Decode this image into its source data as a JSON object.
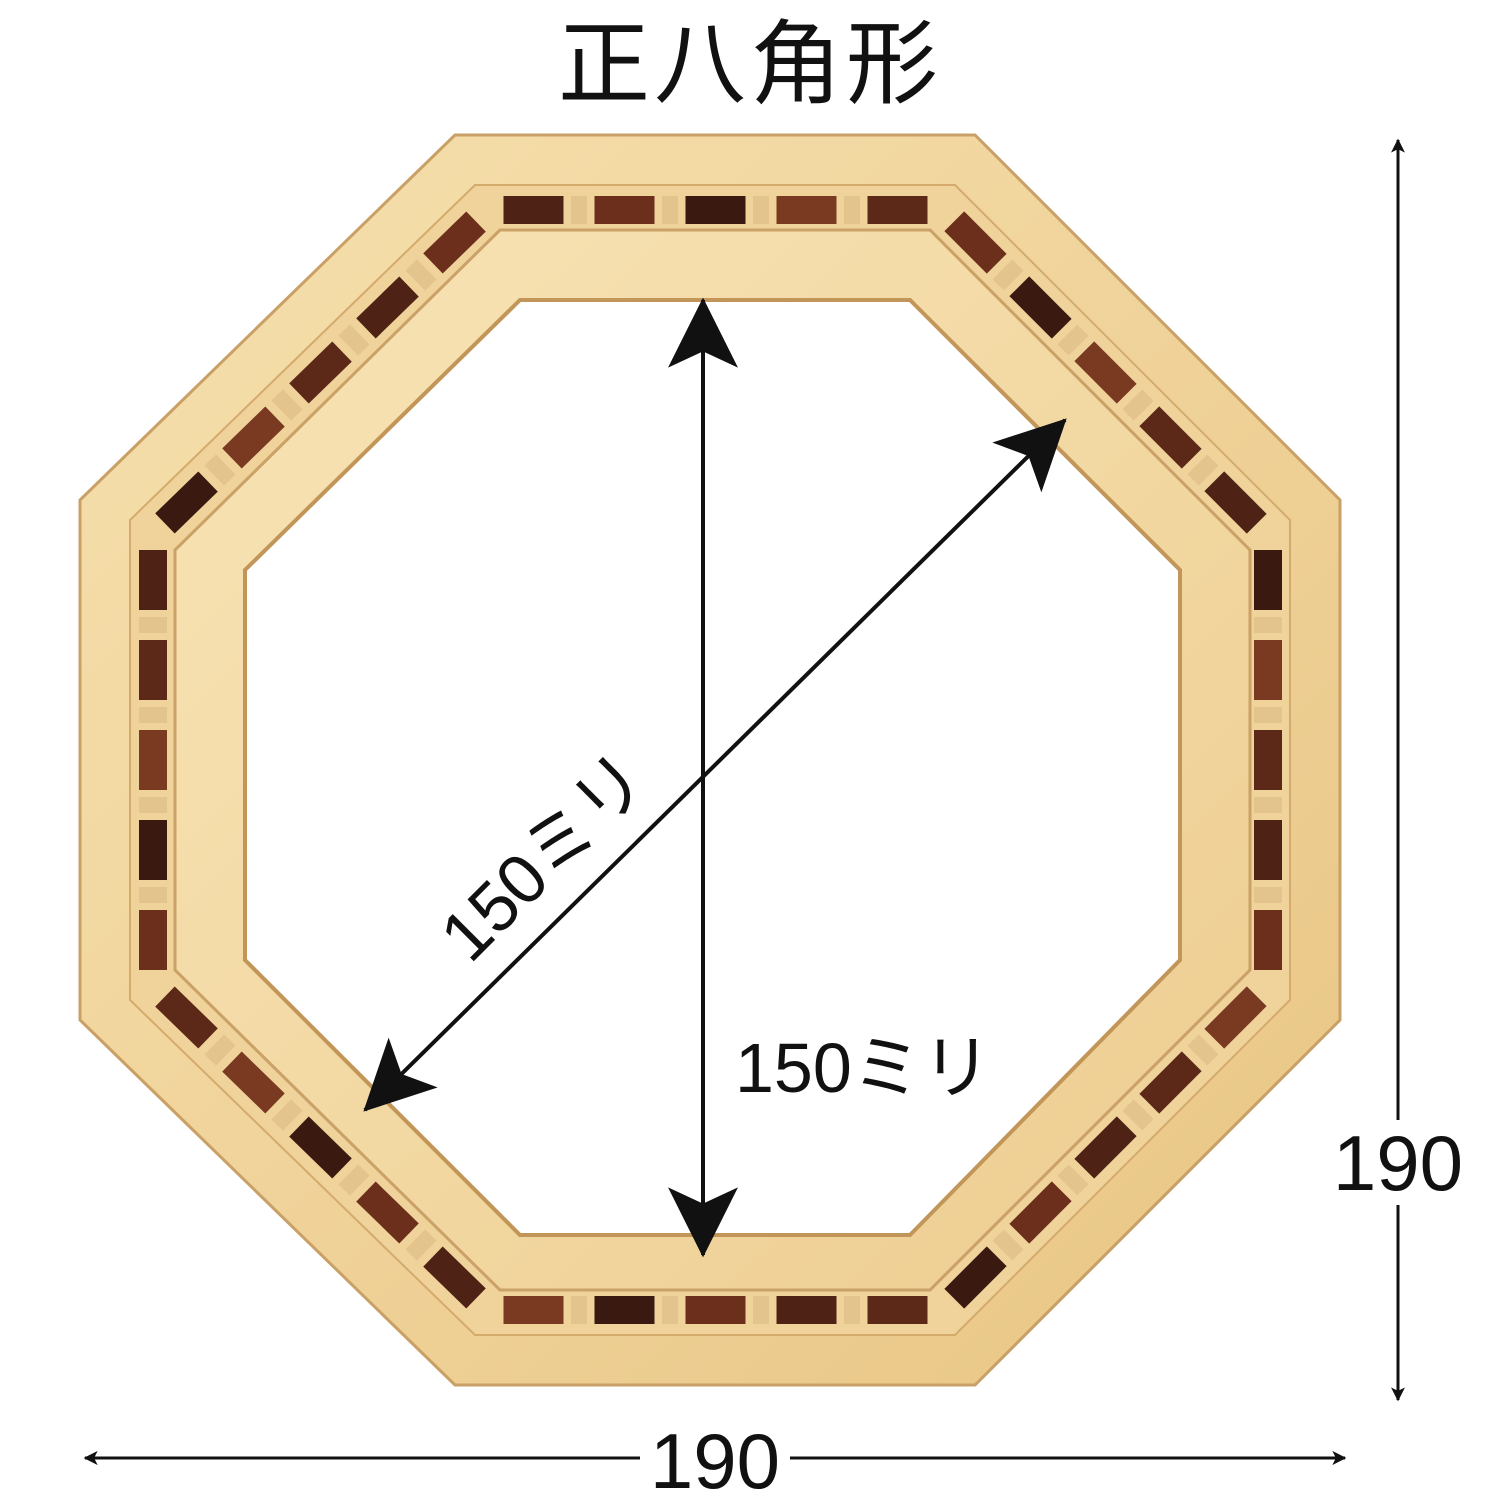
{
  "title": "正八角形",
  "labels": {
    "inner_vertical": "150ミリ",
    "inner_diagonal": "150ミリ",
    "outer_height": "190",
    "outer_width": "190"
  },
  "colors": {
    "wood_light": "#f3d9a4",
    "wood_mid": "#e9c789",
    "wood_shadow": "#d9b06e",
    "inlay_dark": "#5a2a1a",
    "inlay_light": "#e8cfa0",
    "ink": "#111111"
  }
}
